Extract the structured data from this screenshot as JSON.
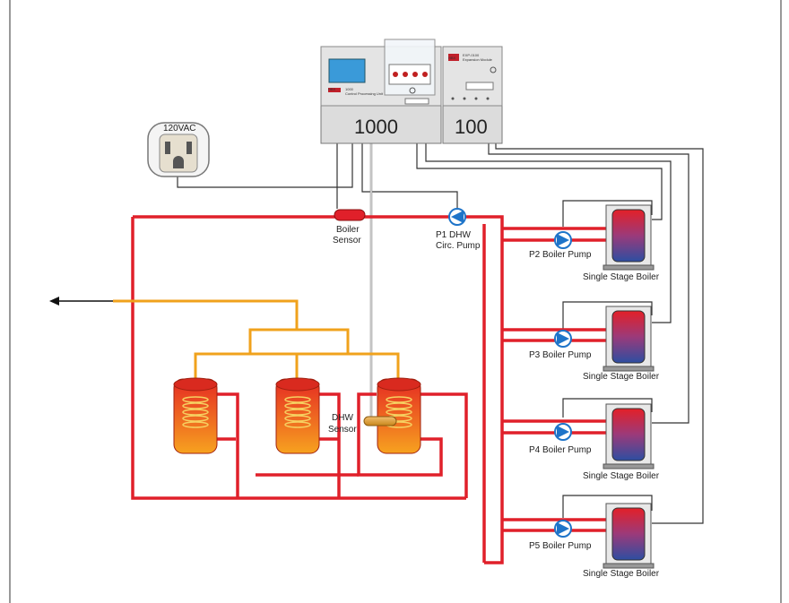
{
  "controllers": {
    "main": {
      "number": "1000",
      "model": "1000",
      "desc": "Control Processing Unit",
      "brand": "HBX"
    },
    "expansion": {
      "number": "100",
      "model": "EXP-0100",
      "desc": "Expansion Module",
      "brand": "HBX"
    }
  },
  "outlet": {
    "label": "120VAC"
  },
  "sensors": {
    "boiler": {
      "line1": "Boiler",
      "line2": "Sensor"
    },
    "dhw": {
      "line1": "DHW",
      "line2": "Sensor"
    }
  },
  "pumps": {
    "p1": {
      "line1": "P1 DHW",
      "line2": "Circ. Pump"
    },
    "p2": "P2 Boiler Pump",
    "p3": "P3 Boiler Pump",
    "p4": "P4 Boiler Pump",
    "p5": "P5 Boiler Pump"
  },
  "boilers": {
    "b1": "Single Stage Boiler",
    "b2": "Single Stage Boiler",
    "b3": "Single Stage Boiler",
    "b4": "Single Stage Boiler"
  },
  "colors": {
    "supply_pipe": "#e0202a",
    "dhw_pipe": "#f0a21c",
    "wire": "#333333",
    "pump": "#1e74c9",
    "tank_top": "#e52a23",
    "tank_bottom": "#f7a21f",
    "boiler_top": "#e32028",
    "boiler_bottom": "#2d4ea1"
  }
}
